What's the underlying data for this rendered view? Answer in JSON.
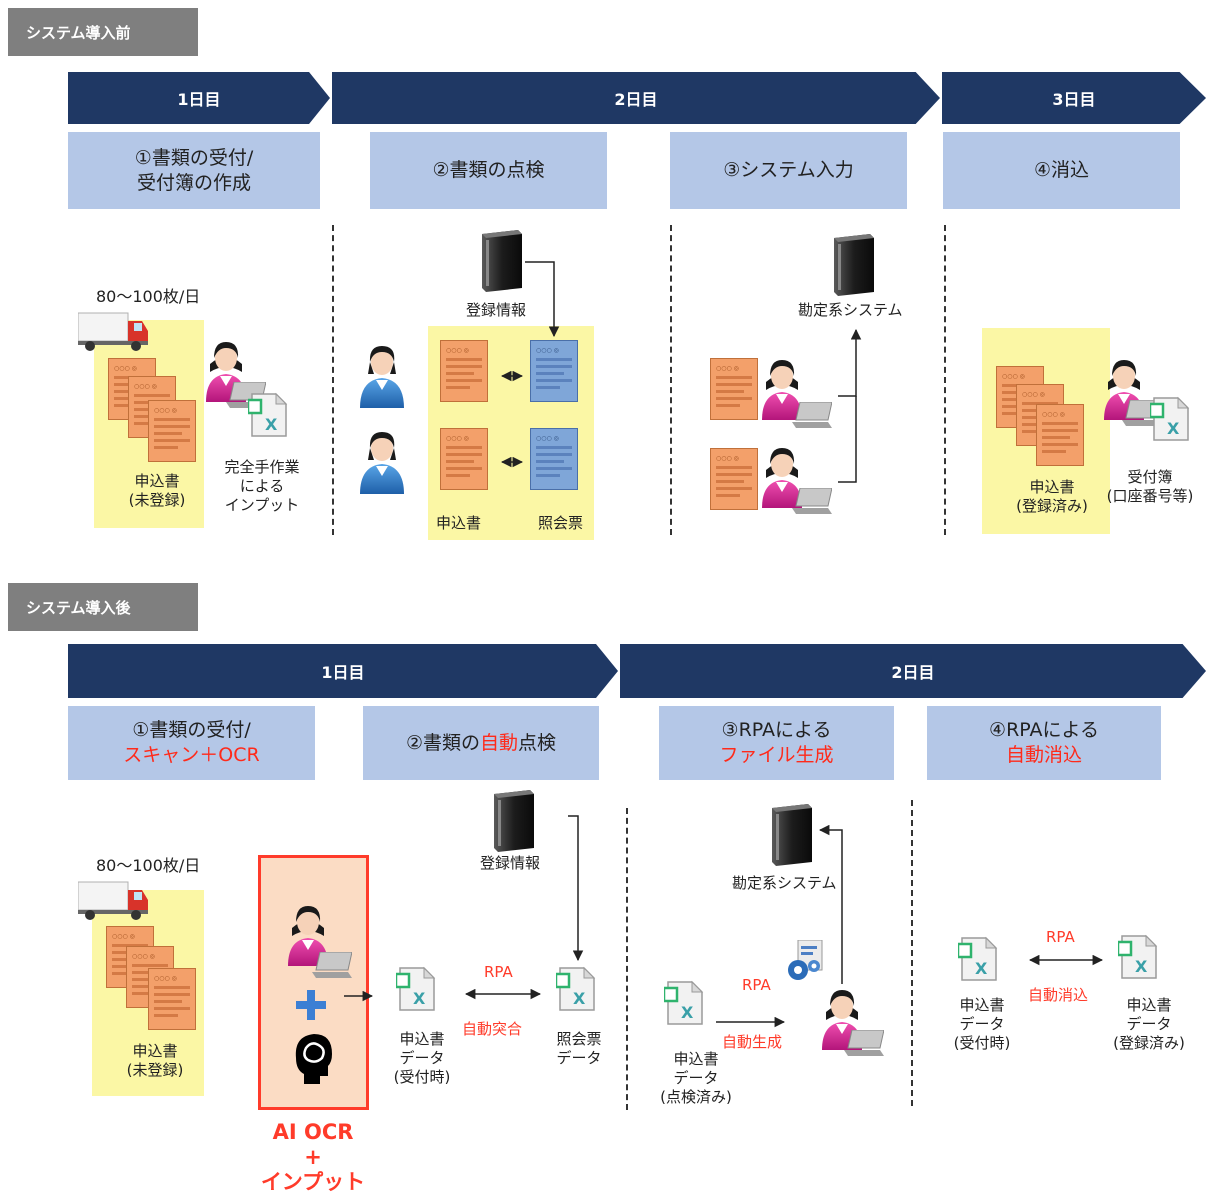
{
  "before": {
    "section_label": "システム導入前",
    "days": [
      "1日目",
      "2日目",
      "3日目"
    ],
    "steps": [
      {
        "line1": "①書類の受付/",
        "line2": "受付簿の作成"
      },
      {
        "line1": "②書類の点検"
      },
      {
        "line1": "③システム入力"
      },
      {
        "line1": "④消込"
      }
    ],
    "volume": "80～100枚/日",
    "form_label_1": "申込書",
    "form_label_2": "(未登録)",
    "manual_1": "完全手作業",
    "manual_2": "による",
    "manual_3": "インプット",
    "reg_info": "登録情報",
    "app_form": "申込書",
    "ref_slip": "照会票",
    "core_system": "勘定系システム",
    "registered_1": "申込書",
    "registered_2": "(登録済み)",
    "ledger_1": "受付簿",
    "ledger_2": "(口座番号等)"
  },
  "after": {
    "section_label": "システム導入後",
    "days": [
      "1日目",
      "2日目"
    ],
    "steps": [
      {
        "pre": "①書類の受付/",
        "red": "スキャン＋OCR"
      },
      {
        "pre": "②書類の",
        "red": "自動",
        "post": "点検"
      },
      {
        "pre": "③RPAによる",
        "red": "ファイル生成"
      },
      {
        "pre": "④RPAによる",
        "red": "自動消込"
      }
    ],
    "volume": "80～100枚/日",
    "form_label_1": "申込書",
    "form_label_2": "(未登録)",
    "ai_caption_1": "AI OCR",
    "ai_caption_2": "+",
    "ai_caption_3": "インプット",
    "reg_info": "登録情報",
    "data_recv_1": "申込書",
    "data_recv_2": "データ",
    "data_recv_3": "(受付時)",
    "rpa": "RPA",
    "auto_match": "自動突合",
    "ref_data_1": "照会票",
    "ref_data_2": "データ",
    "core_system": "勘定系システム",
    "auto_gen": "自動生成",
    "checked_1": "申込書",
    "checked_2": "データ",
    "checked_3": "(点検済み)",
    "auto_clear": "自動消込",
    "d4_left_1": "申込書",
    "d4_left_2": "データ",
    "d4_left_3": "(受付時)",
    "d4_right_1": "申込書",
    "d4_right_2": "データ",
    "d4_right_3": "(登録済み)"
  }
}
